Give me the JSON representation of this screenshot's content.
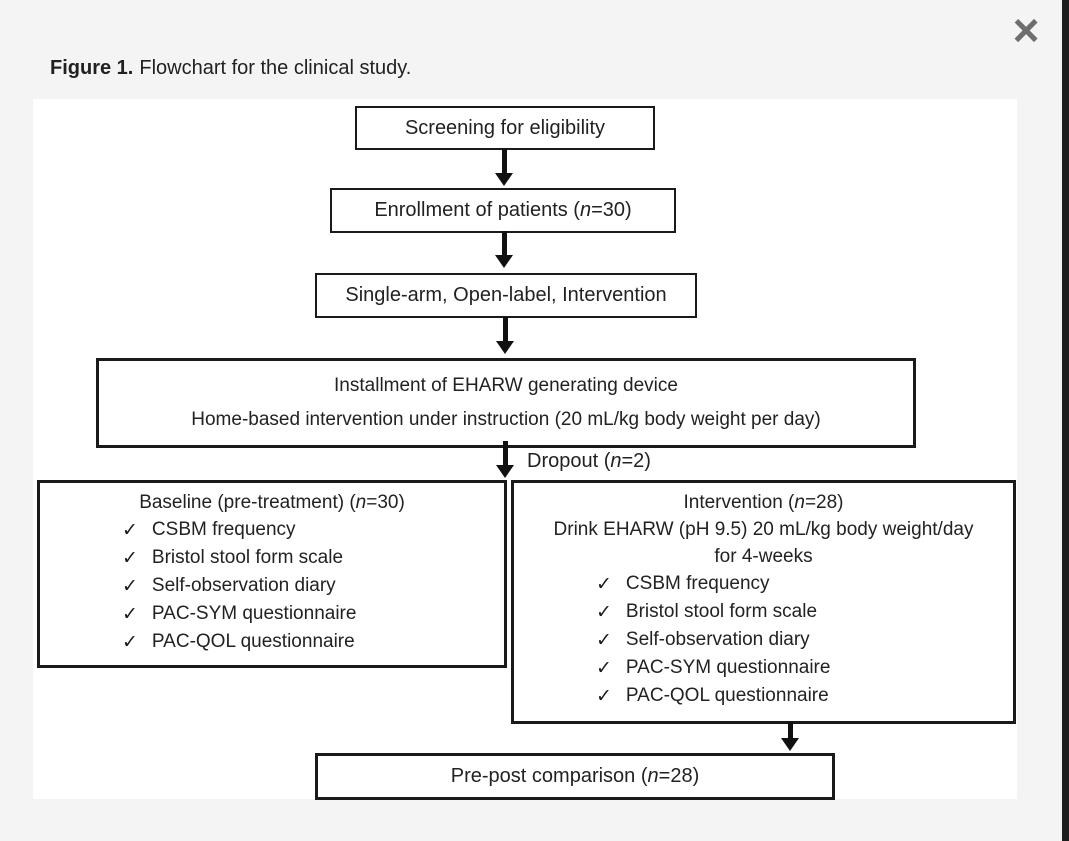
{
  "modal": {
    "close_icon": "×"
  },
  "icons": {
    "check": "✓"
  },
  "colors": {
    "page_bg": "#f5f4f5",
    "panel_bg": "#ffffff",
    "box_border": "#1a1a1a",
    "text": "#222222",
    "close_icon": "#6e6e6e",
    "edge_strip": "#1d1d1d"
  },
  "caption": {
    "label": "Figure 1.",
    "text": "Flowchart for the clinical study."
  },
  "flowchart": {
    "screening": {
      "text": "Screening for eligibility"
    },
    "enrollment": {
      "pre": "Enrollment of patients (",
      "n": "n",
      "post": "=30)"
    },
    "design": {
      "text": "Single-arm, Open-label, Intervention"
    },
    "installment": {
      "line1": "Installment of EHARW generating device",
      "line2": "Home-based intervention under instruction (20 mL/kg body weight per day)"
    },
    "dropout": {
      "pre": "Dropout (",
      "n": "n",
      "post": "=2)"
    },
    "baseline": {
      "title_pre": "Baseline (pre-treatment) (",
      "title_n": "n",
      "title_post": "=30)",
      "items": [
        "CSBM frequency",
        "Bristol stool form scale",
        "Self-observation diary",
        "PAC-SYM questionnaire",
        "PAC-QOL questionnaire"
      ]
    },
    "intervention": {
      "title_pre": "Intervention (",
      "title_n": "n",
      "title_post": "=28)",
      "line2": "Drink EHARW (pH 9.5) 20 mL/kg body weight/day",
      "line3": "for 4-weeks",
      "items": [
        "CSBM frequency",
        "Bristol stool form scale",
        "Self-observation diary",
        "PAC-SYM questionnaire",
        "PAC-QOL questionnaire"
      ]
    },
    "comparison": {
      "pre": "Pre-post comparison (",
      "n": "n",
      "post": "=28)"
    }
  }
}
